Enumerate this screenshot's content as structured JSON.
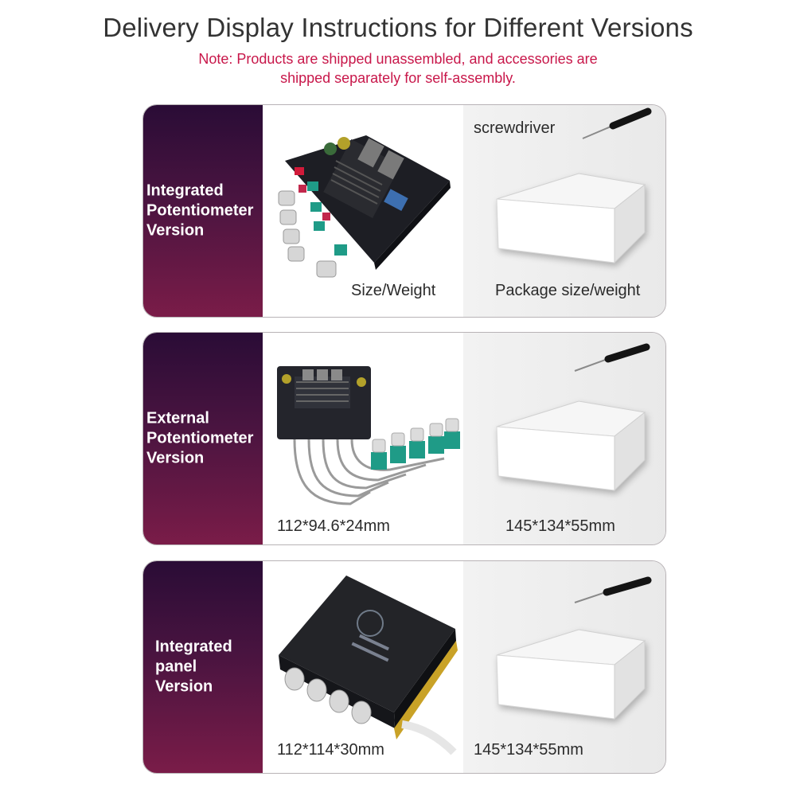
{
  "header": {
    "title": "Delivery Display Instructions for Different Versions",
    "note_line1": "Note: Products are shipped unassembled, and accessories are",
    "note_line2": "shipped separately for self-assembly."
  },
  "versions": [
    {
      "label_lines": [
        "Integrated",
        "Potentiometer",
        "Version"
      ],
      "left_caption": "Size/Weight",
      "right_caption": "Package size/weight",
      "accessory_label": "screwdriver"
    },
    {
      "label_lines": [
        "External",
        "Potentiometer",
        "Version"
      ],
      "left_caption": "112*94.6*24mm",
      "right_caption": "145*134*55mm"
    },
    {
      "label_lines": [
        "Integrated",
        "panel",
        "Version"
      ],
      "left_caption": "112*114*30mm",
      "right_caption": "145*134*55mm"
    }
  ],
  "colors": {
    "note": "#c8174a",
    "panel_top": "#2a0c36",
    "panel_bottom": "#7a1c48"
  }
}
